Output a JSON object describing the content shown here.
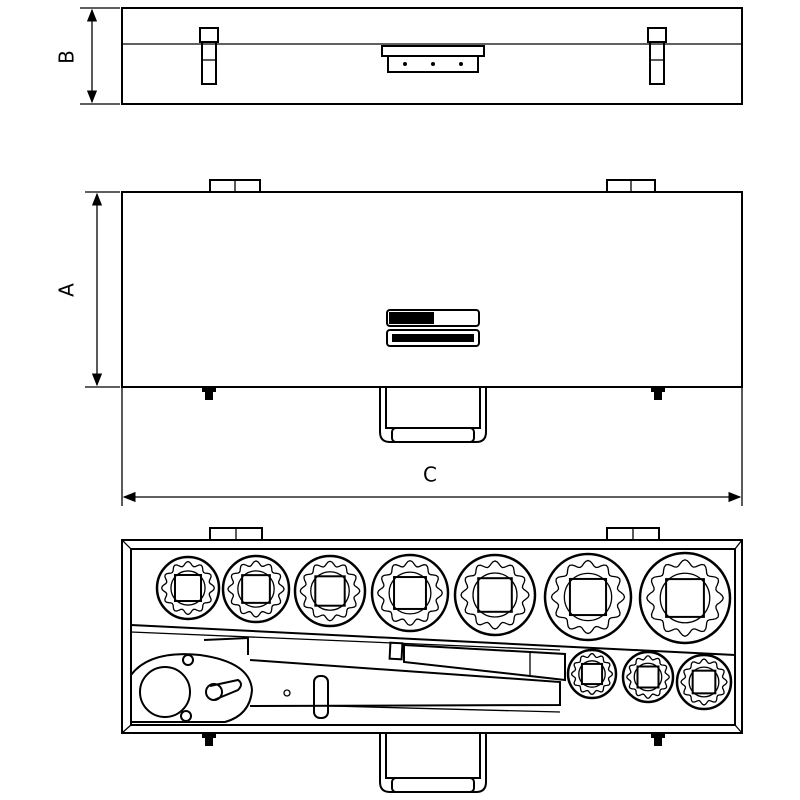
{
  "dimensions": {
    "height_label": "B",
    "depth_label": "A",
    "length_label": "C"
  }
}
